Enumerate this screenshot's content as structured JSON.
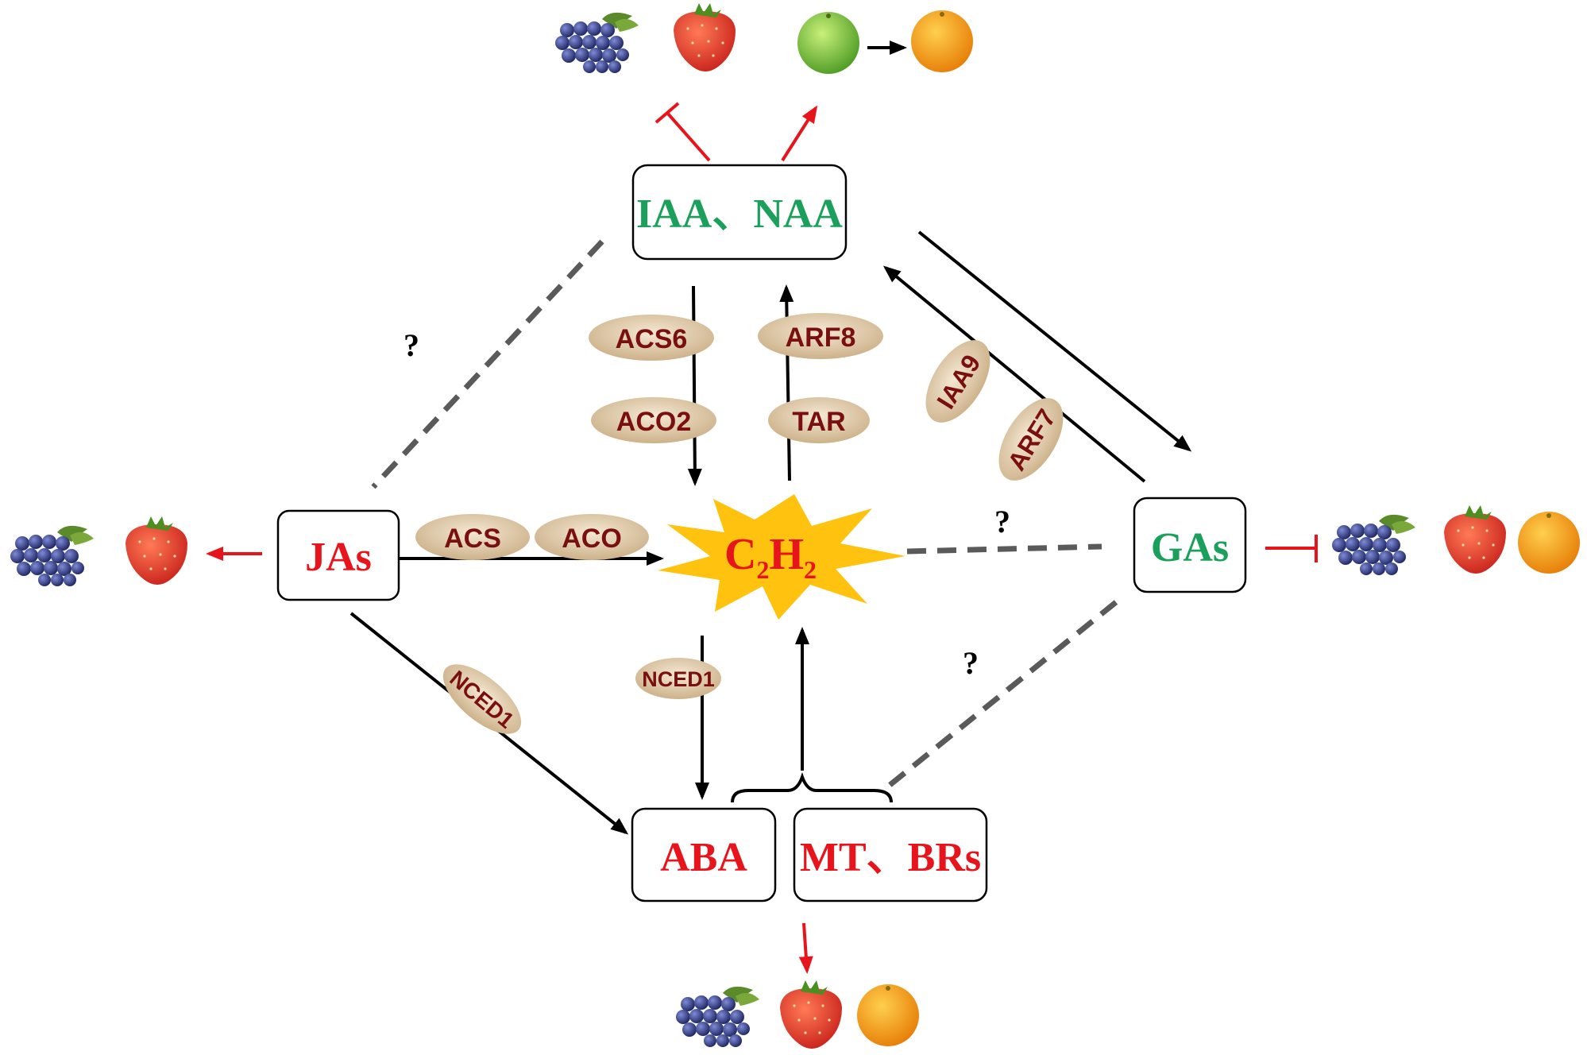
{
  "nodes": {
    "iaa_naa": "IAA、NAA",
    "jas": "JAs",
    "gas": "GAs",
    "aba": "ABA",
    "mt_brs": "MT、BRs",
    "ethylene": {
      "base1": "C",
      "sub1": "2",
      "base2": "H",
      "sub2": "2"
    }
  },
  "enzymes": {
    "acs6": "ACS6",
    "aco2": "ACO2",
    "arf8": "ARF8",
    "tar": "TAR",
    "iaa9": "IAA9",
    "arf7": "ARF7",
    "acs": "ACS",
    "aco": "ACO",
    "nced1_center": "NCED1",
    "nced1_left": "NCED1"
  },
  "unknown_marks": {
    "upper_left": "?",
    "middle_right": "?",
    "lower_right": "?"
  },
  "fruit_icons": {
    "top_left": [
      "grape-bunch",
      "strawberry"
    ],
    "top_right": [
      "green-orange",
      "orange"
    ],
    "left": [
      "grape-bunch",
      "strawberry"
    ],
    "right": [
      "grape-bunch",
      "strawberry",
      "orange"
    ],
    "bottom": [
      "grape-bunch",
      "strawberry",
      "orange"
    ]
  },
  "colors": {
    "promote_text": "#e8141b",
    "inhibit_text": "#1aa05a",
    "enzyme_text": "#7a0f0f",
    "enzyme_pill": "#e3cfae",
    "ethylene_star": "#ffc20e",
    "effect_arrow": "#e8141b"
  }
}
